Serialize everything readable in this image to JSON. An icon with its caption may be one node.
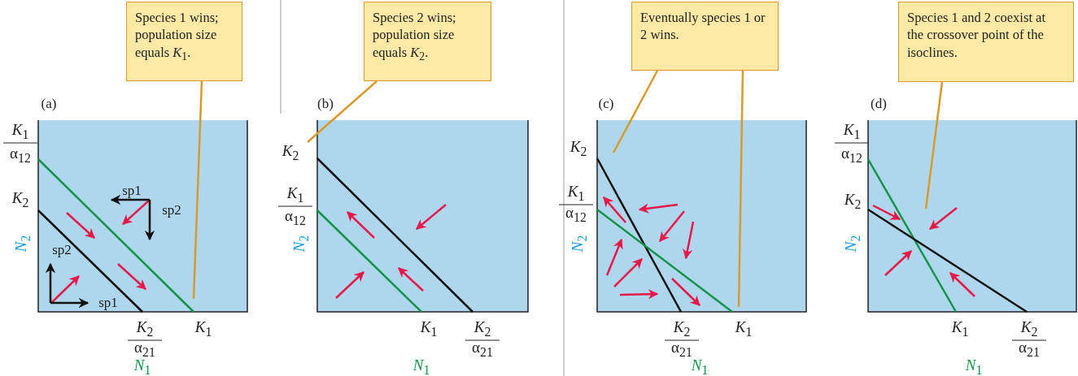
{
  "diagram": {
    "nodes": [
      {
        "text": [
          "Species 1 wins; population size equals *K*$_{1}$."
        ]
      },
      {
        "text": [
          "Species 2 wins; population size equals *K*$_{2}$."
        ]
      },
      {
        "text": [
          "Eventually species 1 or 2 wins."
        ]
      },
      {
        "text": [
          "Species 1 and 2 coexist at the crossover point of the isoclines."
        ]
      }
    ],
    "edges": [
      {
        "from": 0,
        "to": null,
        "arrow": "none"
      },
      {
        "from": 1,
        "to": null,
        "arrow": "none"
      },
      {
        "from": 2,
        "to": null,
        "arrow": "none"
      },
      {
        "from": 2,
        "to": null,
        "arrow": "none"
      },
      {
        "from": 3,
        "to": null,
        "arrow": "none"
      }
    ],
    "labels": [
      "(a)",
      "*K*$_{1}$",
      "α$_{12}$",
      "*K*$_{2}$",
      "*N*$_{2}$",
      "sp1",
      "sp2",
      "sp2",
      "sp1",
      "*K*$_{2}$",
      "α$_{21}$",
      "*K*$_{1}$",
      "*N*$_{1}$",
      "(b)",
      "*K*$_{2}$",
      "*K*$_{1}$",
      "α$_{12}$",
      "*N*$_{2}$",
      "*K*$_{1}$",
      "*K*$_{2}$",
      "α$_{21}$",
      "*N*$_{1}$",
      "(c)",
      "*K*$_{2}$",
      "*K*$_{1}$",
      "α$_{12}$",
      "*N*$_{2}$",
      "*K*$_{2}$",
      "α$_{21}$",
      "*K*$_{1}$",
      "*N*$_{1}$",
      "(d)",
      "*K*$_{1}$",
      "α$_{12}$",
      "*K*$_{2}$",
      "*N*$_{2}$",
      "*K*$_{1}$",
      "*K*$_{2}$",
      "α$_{21}$",
      "*N*$_{1}$"
    ]
  }
}
